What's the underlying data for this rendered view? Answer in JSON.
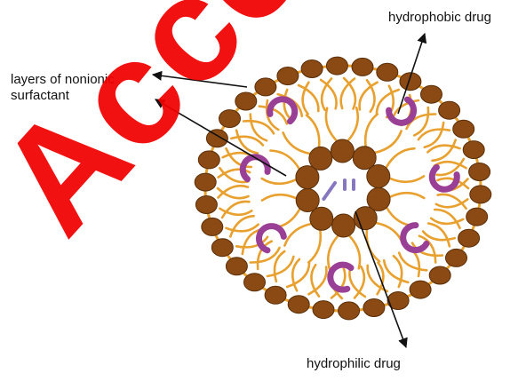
{
  "labels": {
    "layers": "layers of nonionic\nsurfactant",
    "hydrophobic": "hydrophobic drug",
    "hydrophilic": "hydrophilic drug"
  },
  "watermark": "Accepted Ma",
  "colors": {
    "head": "#8b4a13",
    "head_stroke": "#5a2e08",
    "tail": "#e8a02e",
    "drug": "#9a3f96",
    "hydrophilic_drug": "#8777c0",
    "watermark": "#f20000"
  }
}
